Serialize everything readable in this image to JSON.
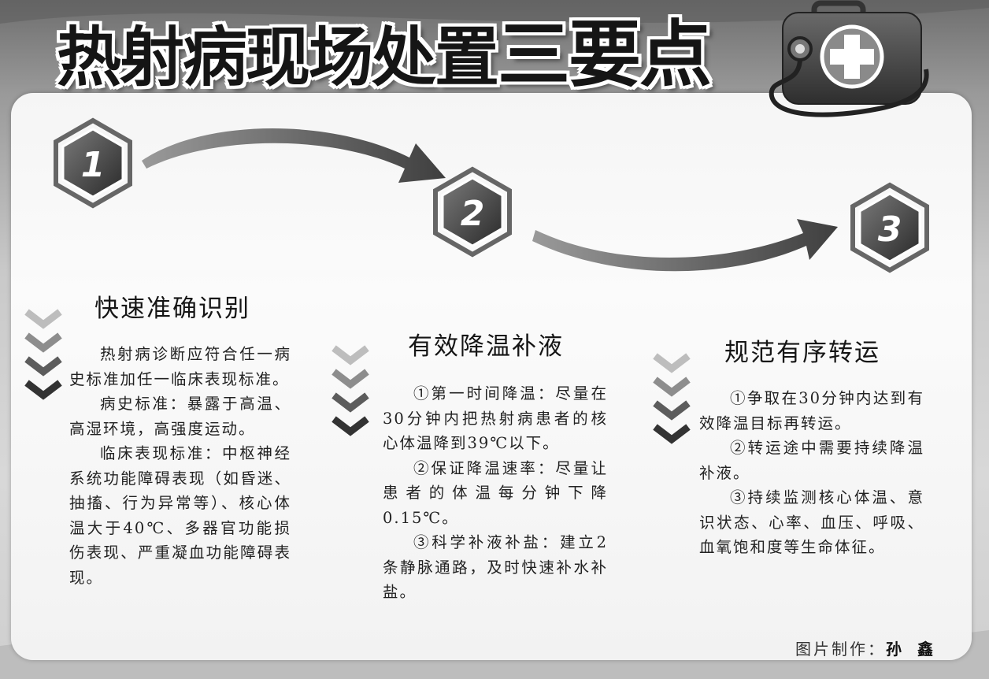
{
  "title": {
    "main": "热射病现场处置",
    "emph": "三要点"
  },
  "steps": [
    {
      "number": "1"
    },
    {
      "number": "2"
    },
    {
      "number": "3"
    }
  ],
  "columns": [
    {
      "heading": "快速准确识别",
      "paragraphs": [
        "热射病诊断应符合任一病史标准加任一临床表现标准。",
        "病史标准：暴露于高温、高湿环境，高强度运动。",
        "临床表现标准：中枢神经系统功能障碍表现（如昏迷、抽搐、行为异常等）、核心体温大于40℃、多器官功能损伤表现、严重凝血功能障碍表现。"
      ]
    },
    {
      "heading": "有效降温补液",
      "paragraphs": [
        "①第一时间降温：尽量在30分钟内把热射病患者的核心体温降到39℃以下。",
        "②保证降温速率：尽量让患者的体温每分钟下降0.15℃。",
        "③科学补液补盐：建立2条静脉通路，及时快速补水补盐。"
      ]
    },
    {
      "heading": "规范有序转运",
      "paragraphs": [
        "①争取在30分钟内达到有效降温目标再转运。",
        "②转运途中需要持续降温补液。",
        "③持续监测核心体温、意识状态、心率、血压、呼吸、血氧饱和度等生命体征。"
      ]
    }
  ],
  "credit": {
    "label": "图片制作：",
    "name": "孙鑫"
  },
  "colors": {
    "hexagon": "#4a4a4a",
    "arrow": "#555555",
    "panel": "#f7f7f7"
  },
  "icons": [
    "first-aid-kit-icon",
    "stethoscope-icon",
    "chevron-down-icon",
    "curved-arrow-icon"
  ]
}
